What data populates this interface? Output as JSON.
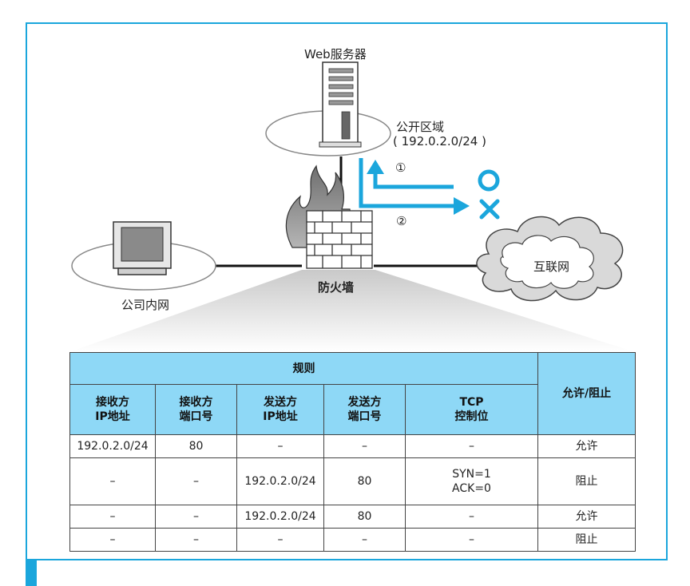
{
  "labels": {
    "web_server": "Web服务器",
    "public_zone": "公开区域",
    "public_subnet": "( 192.0.2.0/24 )",
    "marker_1": "①",
    "marker_2": "②",
    "firewall": "防火墙",
    "internal_network": "公司内网",
    "internet": "互联网"
  },
  "colors": {
    "accent": "#1ba6dc",
    "header_fill": "#8ed8f6"
  },
  "table": {
    "group_header": "规则",
    "action_header": "允许/阻止",
    "columns": [
      "接收方\nIP地址",
      "接收方\n端口号",
      "发送方\nIP地址",
      "发送方\n端口号",
      "TCP\n控制位"
    ],
    "rows": [
      [
        "192.0.2.0/24",
        "80",
        "–",
        "–",
        "–",
        "允许"
      ],
      [
        "–",
        "–",
        "192.0.2.0/24",
        "80",
        "SYN=1\nACK=0",
        "阻止"
      ],
      [
        "–",
        "–",
        "192.0.2.0/24",
        "80",
        "–",
        "允许"
      ],
      [
        "–",
        "–",
        "–",
        "–",
        "–",
        "阻止"
      ]
    ]
  }
}
